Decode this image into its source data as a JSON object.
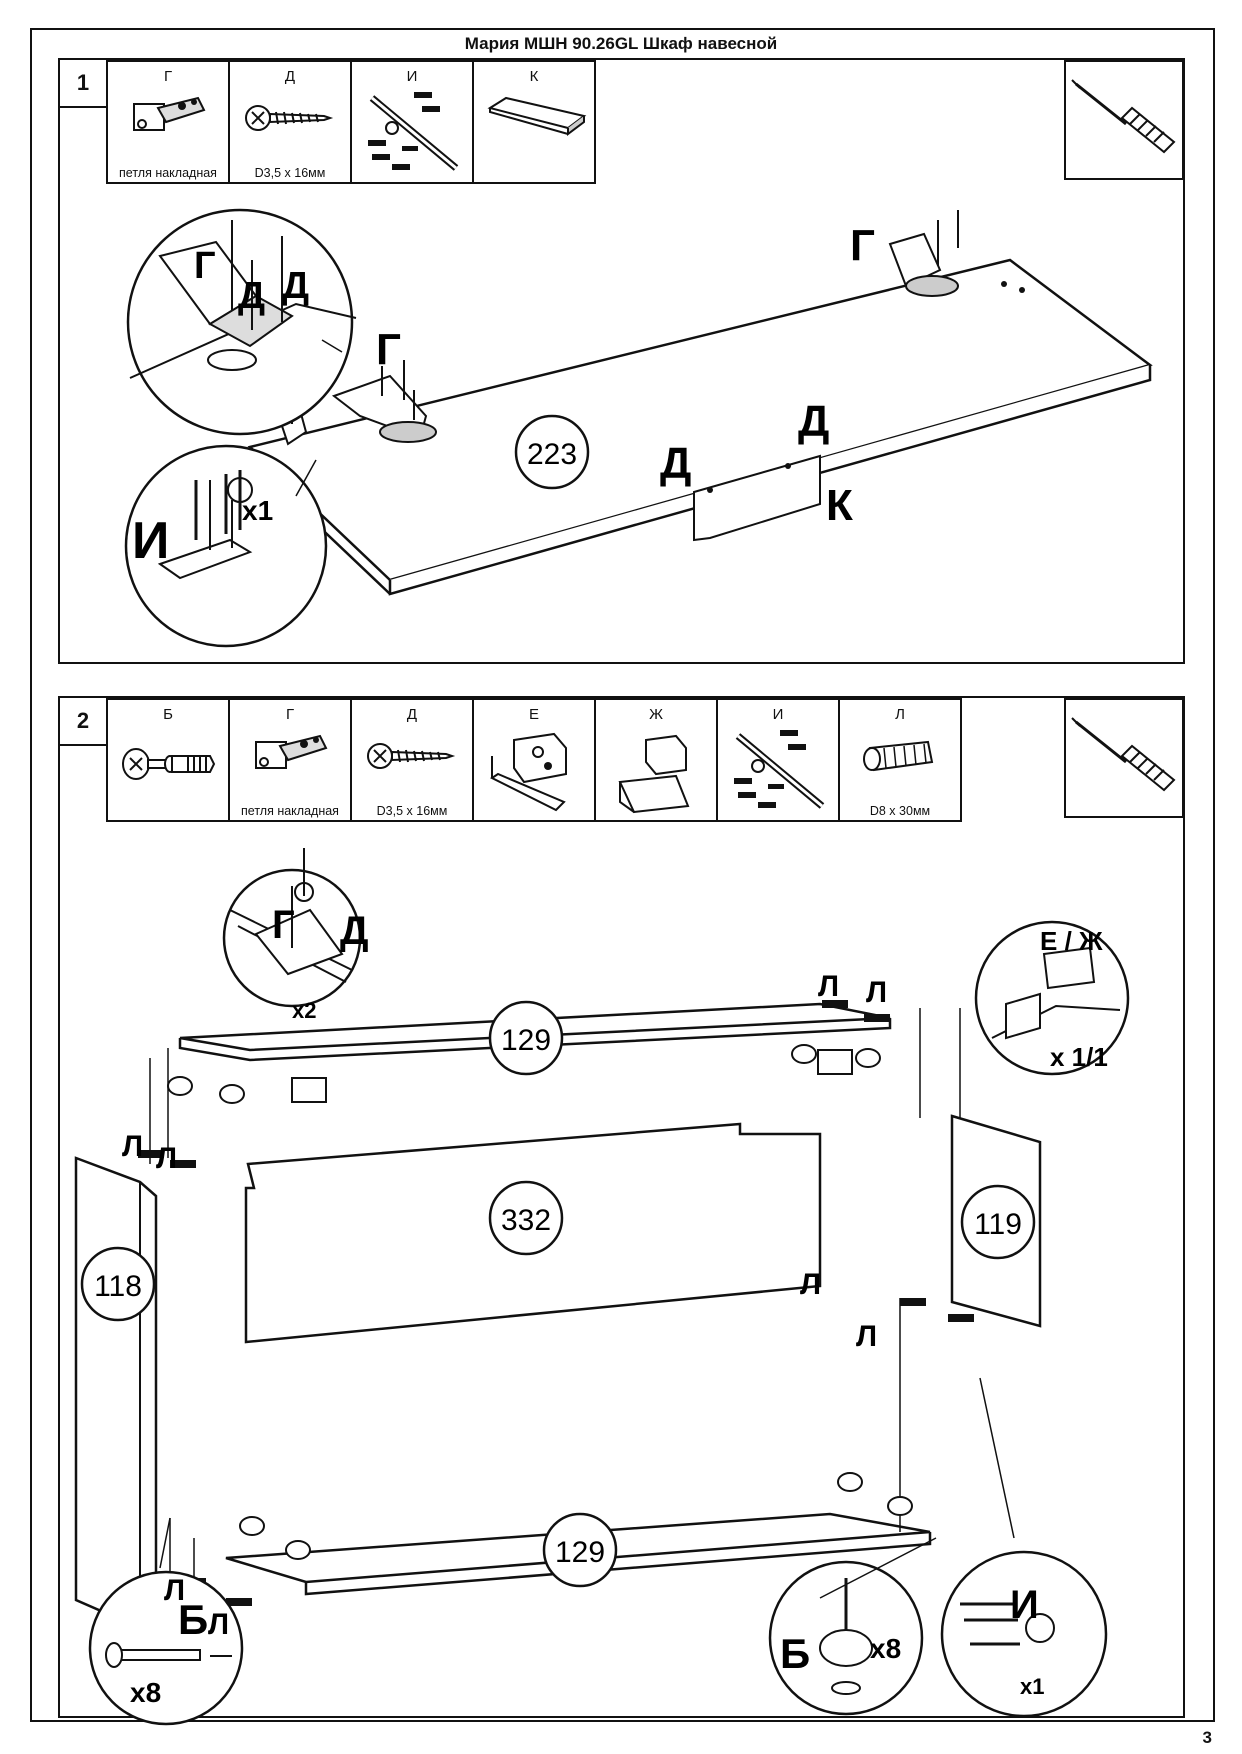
{
  "header": {
    "title": "Мария МШН 90.26GL Шкаф навесной"
  },
  "page_number": "3",
  "step1": {
    "number": "1",
    "parts": [
      {
        "letter": "Г",
        "caption": "петля накладная",
        "icon": "hinge-icon"
      },
      {
        "letter": "Д",
        "caption": "D3,5 x 16мм",
        "icon": "screw-icon"
      },
      {
        "letter": "И",
        "caption": "",
        "icon": "gas-lift-kit-icon"
      },
      {
        "letter": "К",
        "caption": "",
        "icon": "handle-profile-icon"
      }
    ],
    "tool": "screwdriver-icon",
    "panel_number": "223",
    "callouts": {
      "hinge_letter": "Г",
      "screw_letter": "Д",
      "lift_letter": "И",
      "lift_qty": "x1",
      "handle_letter": "К"
    }
  },
  "step2": {
    "number": "2",
    "parts": [
      {
        "letter": "Б",
        "caption": "",
        "icon": "cam-lock-icon"
      },
      {
        "letter": "Г",
        "caption": "петля накладная",
        "icon": "hinge-icon"
      },
      {
        "letter": "Д",
        "caption": "D3,5 x 16мм",
        "icon": "screw-icon"
      },
      {
        "letter": "Е",
        "caption": "",
        "icon": "hanger-bracket-icon"
      },
      {
        "letter": "Ж",
        "caption": "",
        "icon": "hanger-cover-icon"
      },
      {
        "letter": "И",
        "caption": "",
        "icon": "gas-lift-kit-icon"
      },
      {
        "letter": "Л",
        "caption": "D8 x 30мм",
        "icon": "dowel-icon"
      }
    ],
    "tool": "screwdriver-icon",
    "panels": {
      "top": "129",
      "bottom": "129",
      "back": "332",
      "left": "118",
      "right": "119"
    },
    "callouts": {
      "hinge_letter": "Г",
      "screw_letter": "Д",
      "hinge_qty": "x2",
      "dowel_letter": "Л",
      "hanger_letters": "Е / Ж",
      "hanger_qty": "x 1/1",
      "lift_letter": "И",
      "lift_qty": "x1",
      "cam_letter": "Б",
      "cam_qty": "x8"
    }
  }
}
